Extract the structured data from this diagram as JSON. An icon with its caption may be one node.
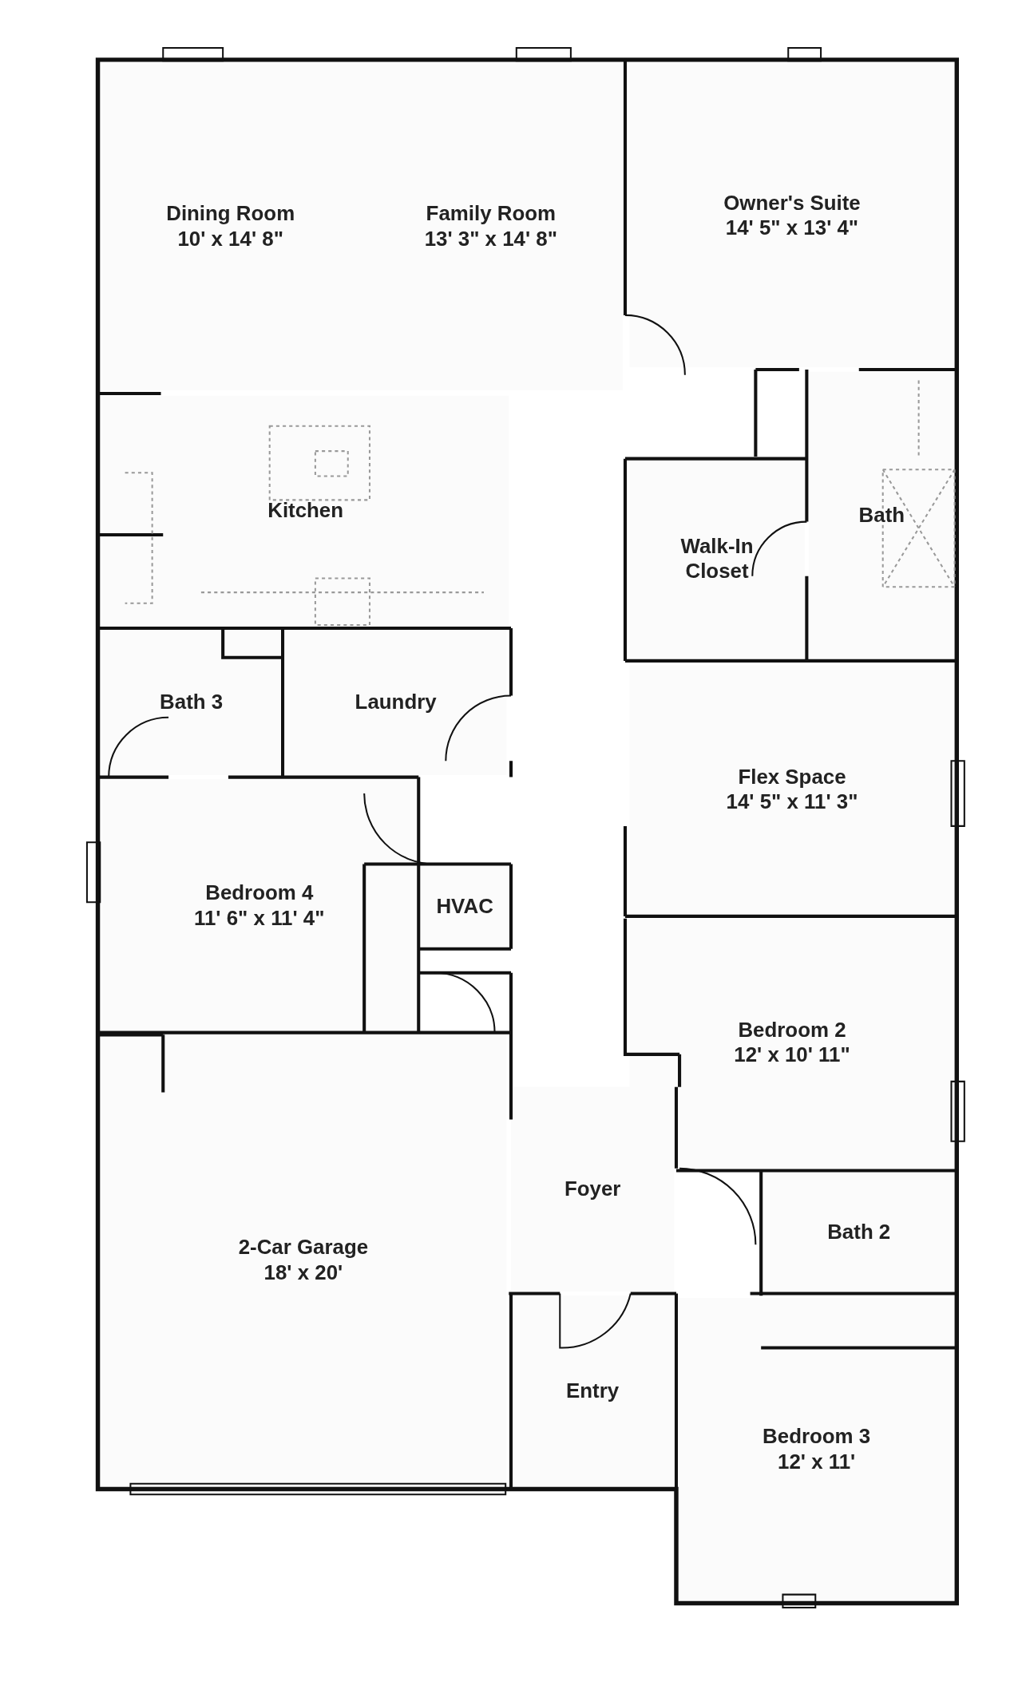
{
  "diagram": {
    "nodes": [
      {
        "text": [
          "Dining Room",
          "10' x 14' 8\""
        ]
      },
      {
        "text": [
          "Family Room",
          "13' 3\" x 14' 8\""
        ]
      },
      {
        "text": [
          "Owner's Suite",
          "14' 5\" x 13' 4\""
        ]
      },
      {
        "text": [
          "Kitchen"
        ]
      },
      {
        "text": [
          "Walk-In Closet"
        ]
      },
      {
        "text": [
          "Bath"
        ]
      },
      {
        "text": [
          "Bath 3"
        ]
      },
      {
        "text": [
          "Laundry"
        ]
      },
      {
        "text": [
          "Flex Space",
          "14' 5\" x 11' 3\""
        ]
      },
      {
        "text": [
          "Bedroom 4",
          "11' 6\" x 11' 4\""
        ]
      },
      {
        "text": [
          "HVAC"
        ]
      },
      {
        "text": [
          "Bedroom 2",
          "12' x 10' 11\""
        ]
      },
      {
        "text": [
          "Bath 2"
        ]
      },
      {
        "text": [
          "2-Car Garage",
          "18' x 20'"
        ]
      },
      {
        "text": [
          "Foyer"
        ]
      },
      {
        "text": [
          "Entry"
        ]
      },
      {
        "text": [
          "Bedroom 3",
          "12' x 11'"
        ]
      }
    ]
  }
}
